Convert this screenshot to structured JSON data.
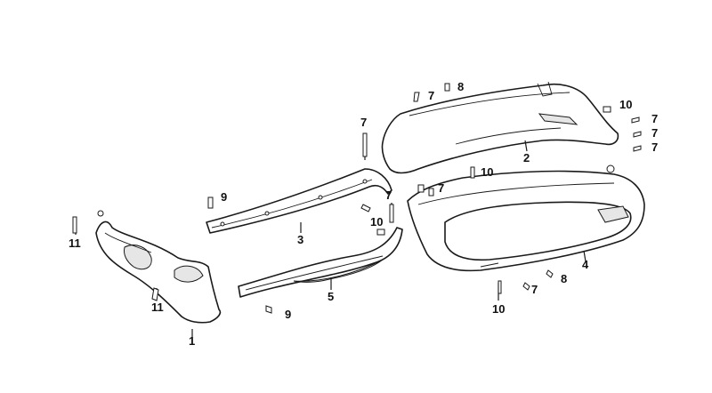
{
  "diagram": {
    "callouts": {
      "c1": "1",
      "c2": "2",
      "c3": "3",
      "c4": "4",
      "c5": "5",
      "c7_a": "7",
      "c7_b": "7",
      "c7_c": "7",
      "c7_d": "7",
      "c7_e": "7",
      "c7_f": "7",
      "c7_g": "7",
      "c7_h": "7",
      "c8_a": "8",
      "c8_b": "8",
      "c9_a": "9",
      "c9_b": "9",
      "c10_a": "10",
      "c10_b": "10",
      "c10_c": "10",
      "c10_d": "10",
      "c11_a": "11",
      "c11_b": "11"
    }
  }
}
